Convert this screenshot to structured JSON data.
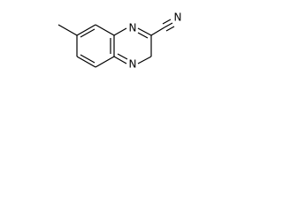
{
  "molecule": {
    "atom_labels": {
      "n1": "N",
      "n4": "N",
      "nitrile_n": "N"
    },
    "colors": {
      "bond": "#000000",
      "text": "#000000",
      "background": "#ffffff"
    }
  }
}
